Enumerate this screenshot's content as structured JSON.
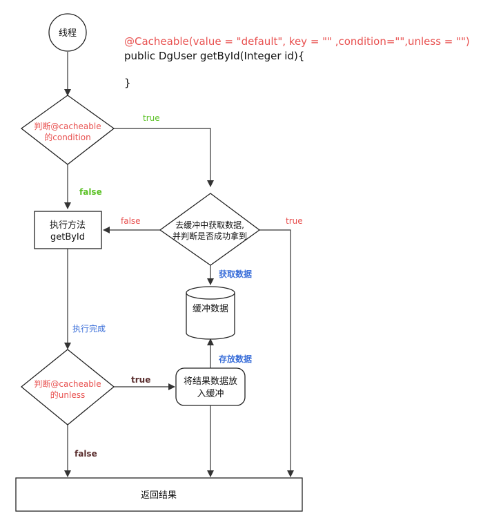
{
  "code": {
    "annotation": "@Cacheable(value = \"default\", key = \"\" ,condition=\"\",unless = \"\")",
    "signature": "public DgUser getById(Integer id){",
    "closing": "}"
  },
  "nodes": {
    "start": "线程",
    "check_condition": [
      "判断@cacheable",
      "的condition"
    ],
    "get_from_cache": [
      "去缓冲中获取数据,",
      "并判断是否成功拿到"
    ],
    "execute_method": [
      "执行方法",
      "getById"
    ],
    "cache_store": "缓冲数据",
    "check_unless": [
      "判断@cacheable",
      "的unless"
    ],
    "put_into_cache": [
      "将结果数据放",
      "入缓冲"
    ],
    "return_result": "返回结果"
  },
  "edges": {
    "condition_true": "true",
    "condition_false": "false",
    "cache_miss": "false",
    "cache_hit": "true",
    "fetch_data": "获取数据",
    "execution_done": "执行完成",
    "unless_true": "true",
    "unless_false": "false",
    "store_data": "存放数据"
  },
  "colors": {
    "red": "#e8504f",
    "green": "#5cc227",
    "blue": "#3b6fd9",
    "brown": "#5a2e2e",
    "line": "#333333"
  }
}
